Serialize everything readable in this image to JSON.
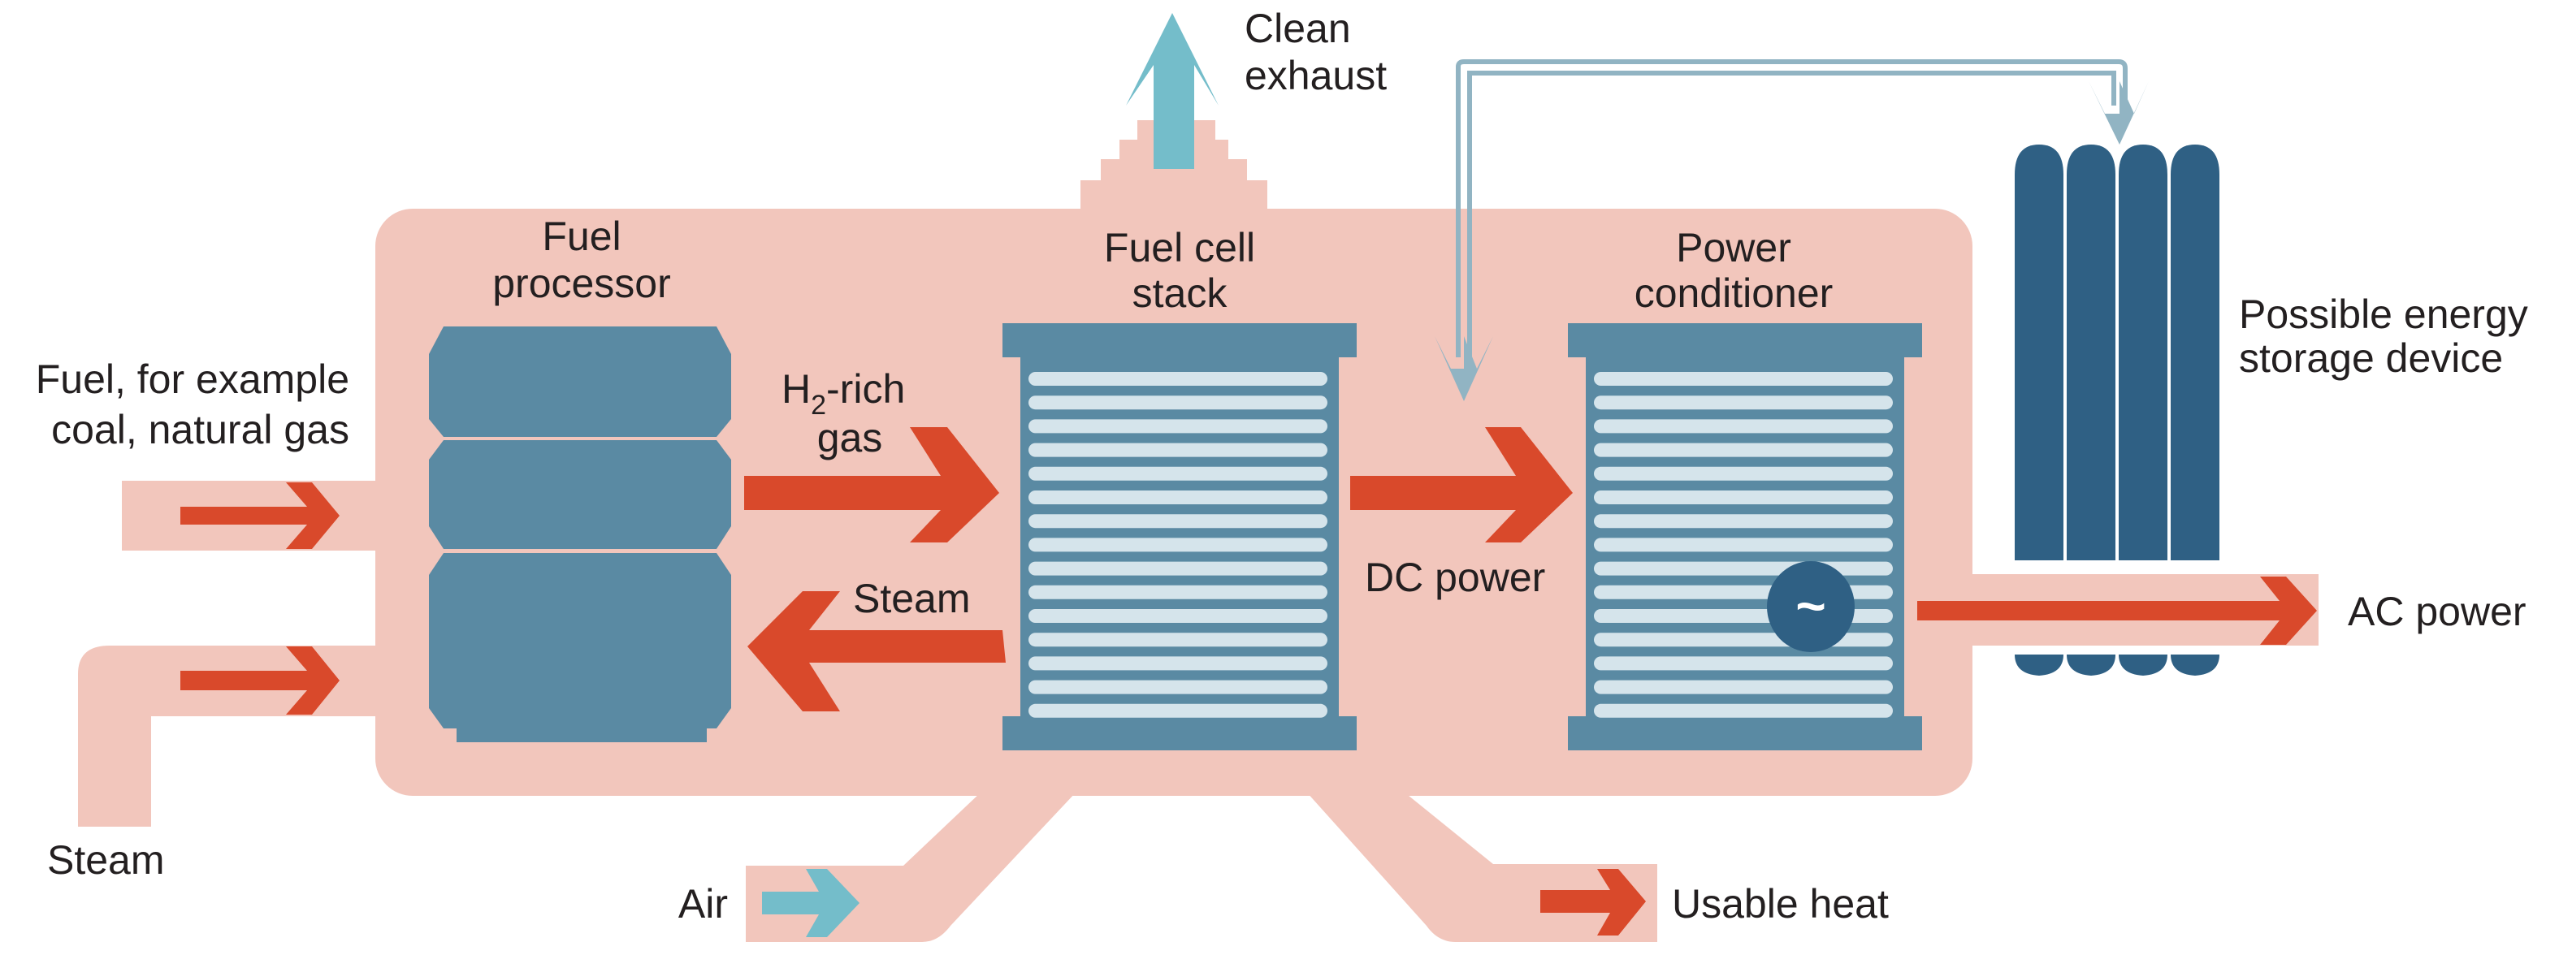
{
  "diagram": {
    "type": "fuel-cell-system-schematic",
    "colors": {
      "housing": "#f2c6bc",
      "component": "#5a8aa3",
      "component_slot": "#d5e4eb",
      "hot_flow_arrow": "#d9492b",
      "cool_flow_arrow": "#74bdca",
      "signal_line": "#91b4c3",
      "storage": "#2f6084",
      "text": "#231f20"
    },
    "components": {
      "fuel_processor": {
        "line1": "Fuel",
        "line2": "processor"
      },
      "fuel_cell_stack": {
        "line1": "Fuel cell",
        "line2": "stack"
      },
      "power_conditioner": {
        "line1": "Power",
        "line2": "conditioner",
        "symbol": "~"
      },
      "energy_storage": {
        "line1": "Possible energy",
        "line2": "storage device"
      }
    },
    "inputs": {
      "fuel": {
        "line1": "Fuel, for example",
        "line2": "coal, natural gas"
      },
      "steam_in": "Steam",
      "air": "Air"
    },
    "flows": {
      "h2_gas": {
        "prefix": "H",
        "subscript": "2",
        "suffix": "-rich",
        "line2": "gas"
      },
      "steam_return": "Steam",
      "dc_power": "DC power"
    },
    "outputs": {
      "clean_exhaust": {
        "line1": "Clean",
        "line2": "exhaust"
      },
      "ac_power": "AC power",
      "usable_heat": "Usable heat"
    }
  }
}
